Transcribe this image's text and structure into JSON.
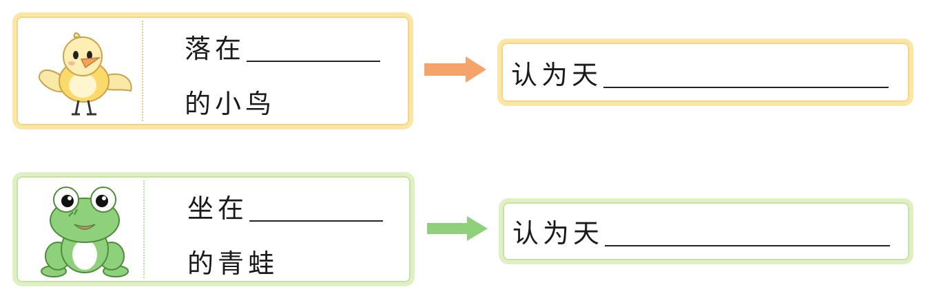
{
  "rows": [
    {
      "picture": "bird-icon",
      "line1": "落在",
      "line2": "的小鸟",
      "result_prefix": "认为天",
      "theme": {
        "border": "#f6d57f",
        "arrow": "#f4a46a"
      }
    },
    {
      "picture": "frog-icon",
      "line1": "坐在",
      "line2": "的青蛙",
      "result_prefix": "认为天",
      "theme": {
        "border": "#c6e2a0",
        "arrow": "#8fd07a"
      }
    }
  ]
}
